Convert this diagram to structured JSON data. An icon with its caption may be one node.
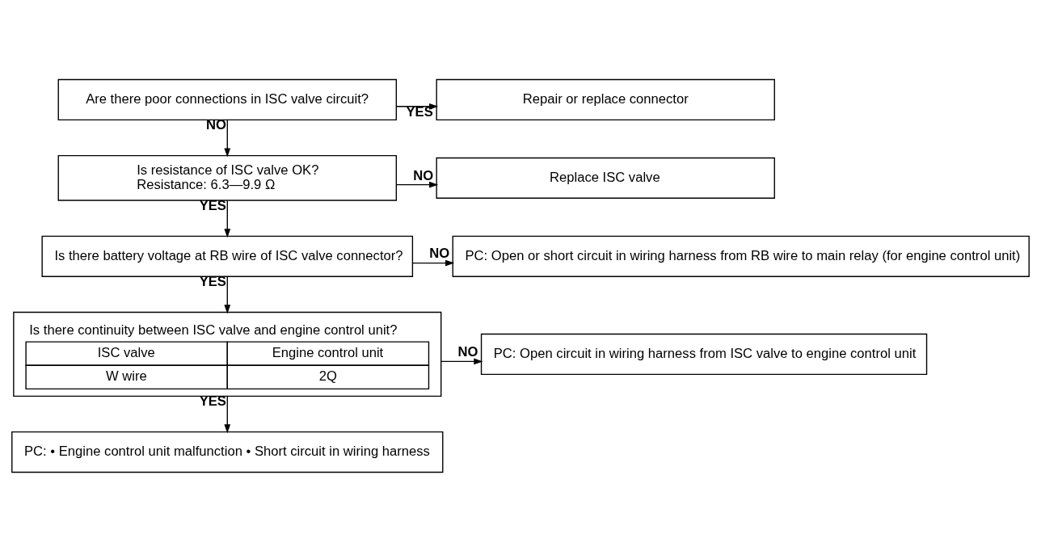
{
  "diagram": {
    "nodes": [
      {
        "text": [
          "Are there poor connections in ISC valve circuit?"
        ]
      },
      {
        "text": [
          "Repair or replace connector"
        ]
      },
      {
        "text": [
          "Is resistance of ISC valve OK?",
          "Resistance: 6.3—9.9 Ω"
        ]
      },
      {
        "text": [
          "Replace ISC valve"
        ]
      },
      {
        "text": [
          "Is there battery voltage at RB wire of ISC valve connector?"
        ]
      },
      {
        "text": [
          "PC: Open or short circuit in wiring harness from RB wire to main relay (for engine control unit)"
        ]
      },
      {
        "text": [
          "Is there continuity between ISC valve and engine control unit?",
          "ISC valve",
          "Engine control unit",
          "W wire",
          "2Q"
        ]
      },
      {
        "text": [
          "PC: Open circuit in wiring harness from ISC valve to engine control unit"
        ]
      },
      {
        "text": [
          "PC: • Engine control unit malfunction • Short circuit in wiring harness"
        ]
      }
    ],
    "edges": [
      {
        "from": 0,
        "to": 1,
        "arrow": "to",
        "label": "YES"
      },
      {
        "from": 0,
        "to": 2,
        "arrow": "to",
        "label": "NO"
      },
      {
        "from": 2,
        "to": 3,
        "arrow": "to",
        "label": "NO"
      },
      {
        "from": 2,
        "to": 4,
        "arrow": "to",
        "label": "YES"
      },
      {
        "from": 4,
        "to": 5,
        "arrow": "to",
        "label": "NO"
      },
      {
        "from": 4,
        "to": 6,
        "arrow": "to",
        "label": "YES"
      },
      {
        "from": 6,
        "to": 7,
        "arrow": "to",
        "label": "NO"
      },
      {
        "from": 6,
        "to": 8,
        "arrow": "to",
        "label": "YES"
      }
    ]
  }
}
